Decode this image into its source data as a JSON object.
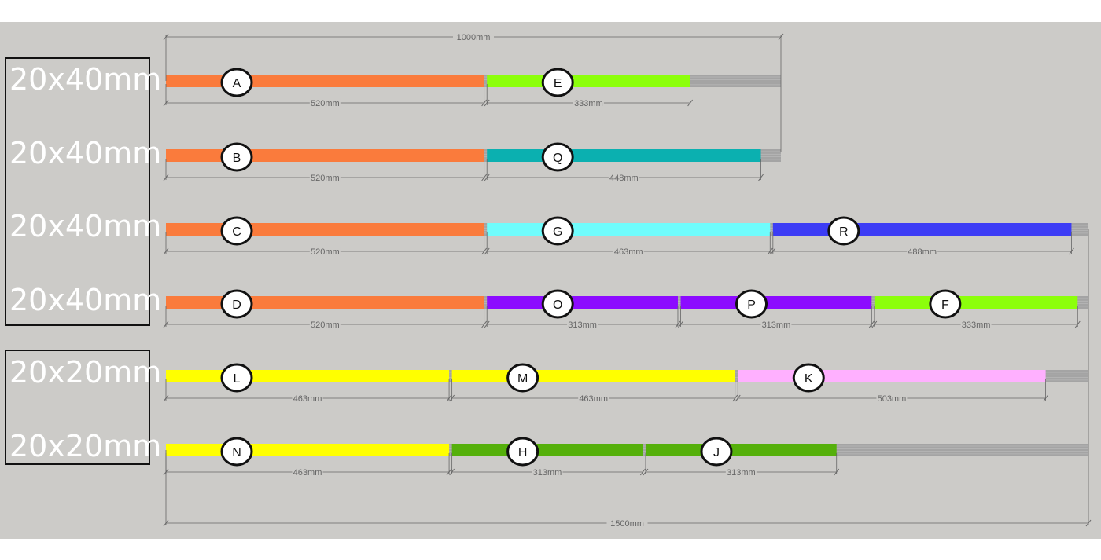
{
  "groups": [
    {
      "name": "20x40mm"
    },
    {
      "name": "20x20mm"
    }
  ],
  "overall": {
    "top_label": "1000mm",
    "bottom_label": "1500mm"
  },
  "rows": [
    {
      "profile": "20x40mm",
      "pieces": [
        {
          "label": "A",
          "length": 520,
          "dim": "520mm",
          "color": "#fa7b3c"
        },
        {
          "label": "E",
          "length": 333,
          "dim": "333mm",
          "color": "#8cff0b"
        }
      ]
    },
    {
      "profile": "20x40mm",
      "pieces": [
        {
          "label": "B",
          "length": 520,
          "dim": "520mm",
          "color": "#fa7b3c"
        },
        {
          "label": "Q",
          "length": 448,
          "dim": "448mm",
          "color": "#0bb0b0"
        }
      ]
    },
    {
      "profile": "20x40mm",
      "pieces": [
        {
          "label": "C",
          "length": 520,
          "dim": "520mm",
          "color": "#fa7b3c"
        },
        {
          "label": "G",
          "length": 463,
          "dim": "463mm",
          "color": "#6ffcfc"
        },
        {
          "label": "R",
          "length": 488,
          "dim": "488mm",
          "color": "#3c3cf5"
        }
      ]
    },
    {
      "profile": "20x40mm",
      "pieces": [
        {
          "label": "D",
          "length": 520,
          "dim": "520mm",
          "color": "#fa7b3c"
        },
        {
          "label": "O",
          "length": 313,
          "dim": "313mm",
          "color": "#8c0bff"
        },
        {
          "label": "P",
          "length": 313,
          "dim": "313mm",
          "color": "#8c0bff"
        },
        {
          "label": "F",
          "length": 333,
          "dim": "333mm",
          "color": "#8cff0b"
        }
      ]
    },
    {
      "profile": "20x20mm",
      "pieces": [
        {
          "label": "L",
          "length": 463,
          "dim": "463mm",
          "color": "#ffff00"
        },
        {
          "label": "M",
          "length": 463,
          "dim": "463mm",
          "color": "#ffff00"
        },
        {
          "label": "K",
          "length": 503,
          "dim": "503mm",
          "color": "#ffb0ff"
        }
      ]
    },
    {
      "profile": "20x20mm",
      "pieces": [
        {
          "label": "N",
          "length": 463,
          "dim": "463mm",
          "color": "#ffff00"
        },
        {
          "label": "H",
          "length": 313,
          "dim": "313mm",
          "color": "#55b00b"
        },
        {
          "label": "J",
          "length": 313,
          "dim": "313mm",
          "color": "#55b00b"
        }
      ]
    }
  ],
  "colors": {
    "offcut": "#a4a4a4",
    "dimension_line": "#666666",
    "box_border": "#111111"
  }
}
